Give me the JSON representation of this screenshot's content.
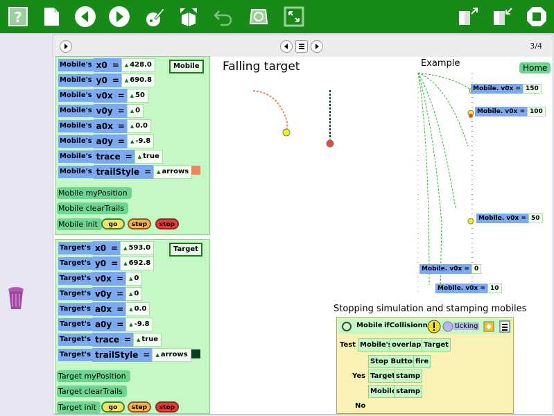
{
  "toolbar": {
    "icons": [
      "help-icon",
      "new-project-icon",
      "previous-icon",
      "next-icon",
      "paint-icon",
      "supplies-icon",
      "undo-icon",
      "find-icon",
      "fullscreen-icon",
      "keep-icon",
      "share-icon",
      "stop-icon"
    ]
  },
  "book": {
    "page_indicator": "3/4"
  },
  "mobile_panel": {
    "name_button": "Mobile",
    "object_label": "Mobile's",
    "rows": [
      {
        "attr": "x0",
        "value": "428.0"
      },
      {
        "attr": "y0",
        "value": "690.8"
      },
      {
        "attr": "v0x",
        "value": "50"
      },
      {
        "attr": "v0y",
        "value": "0"
      },
      {
        "attr": "a0x",
        "value": "0.0"
      },
      {
        "attr": "a0y",
        "value": "-9.8"
      },
      {
        "attr": "trace",
        "value": "true"
      },
      {
        "attr": "trailStyle",
        "value": "arrows"
      }
    ],
    "equals": "=",
    "swatch_color": "#f4835a",
    "commands": [
      "Mobile myPosition",
      "Mobile clearTrails",
      "Mobile init"
    ],
    "go_label": "go",
    "step_label": "step",
    "stop_label": "stop"
  },
  "target_panel": {
    "name_button": "Target",
    "object_label": "Target's",
    "rows": [
      {
        "attr": "x0",
        "value": "593.0"
      },
      {
        "attr": "y0",
        "value": "692.8"
      },
      {
        "attr": "v0x",
        "value": "0"
      },
      {
        "attr": "v0y",
        "value": "0"
      },
      {
        "attr": "a0x",
        "value": "0.0"
      },
      {
        "attr": "a0y",
        "value": "-9.8"
      },
      {
        "attr": "trace",
        "value": "true"
      },
      {
        "attr": "trailStyle",
        "value": "arrows"
      }
    ],
    "equals": "=",
    "swatch_color": "#0a3f1a",
    "commands": [
      "Target myPosition",
      "Target clearTrails",
      "Target init"
    ],
    "go_label": "go",
    "step_label": "step",
    "stop_label": "stop"
  },
  "falling_target": {
    "title": "Falling target"
  },
  "example": {
    "title": "Example",
    "home_button": "Home",
    "tags": [
      {
        "label": "Mobile. v0x =",
        "value": "150"
      },
      {
        "label": "Mobile. v0x =",
        "value": "100"
      },
      {
        "label": "Mobile. v0x =",
        "value": "50"
      },
      {
        "label": "Mobile. v0x =",
        "value": "0"
      },
      {
        "label": "Mobile. v0x =",
        "value": "10"
      }
    ]
  },
  "stopping": {
    "title": "Stopping simulation and stamping mobiles",
    "script_object": "Mobile",
    "script_name": "ifCollisionn",
    "ticking_label": "ticking",
    "test_label": "Test",
    "test_tiles": [
      "Mobile's",
      "overlaps",
      "Target"
    ],
    "yes_label": "Yes",
    "yes_row1": [
      "Stop Button",
      "fire"
    ],
    "yes_row2": [
      "Target",
      "stamp"
    ],
    "yes_row3": [
      "Mobile",
      "stamp"
    ],
    "no_label": "No"
  }
}
